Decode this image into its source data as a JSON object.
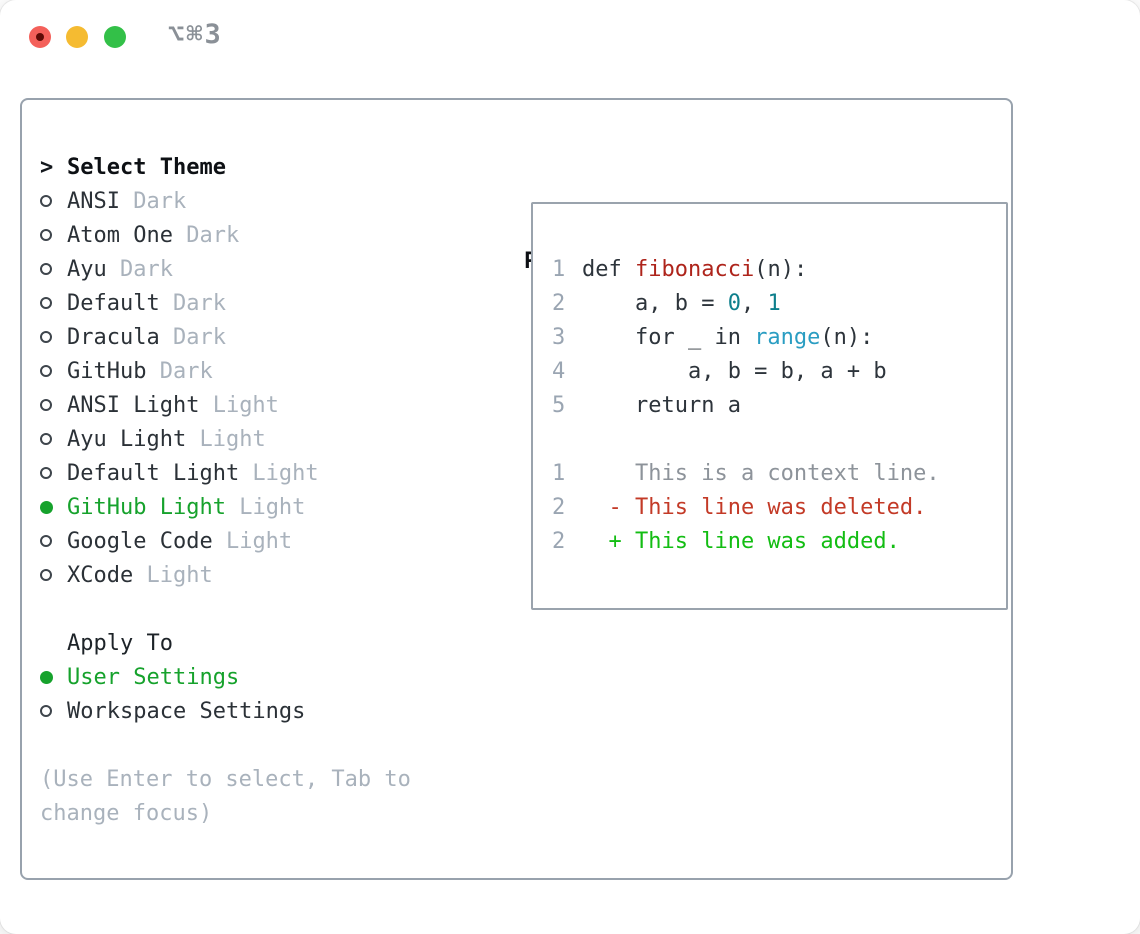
{
  "window": {
    "title": "⌥⌘3",
    "traffic_lights": [
      "close",
      "minimize",
      "zoom"
    ]
  },
  "colors": {
    "selected_green": "#16a22c",
    "added_green": "#13bd13",
    "deleted_red": "#c33a27",
    "function_red": "#ae241b",
    "number_teal": "#0e7f8c",
    "builtin_blue": "#2a9dc2",
    "muted_gray": "#a9b2bc",
    "traffic_red": "#f4605a",
    "traffic_yellow": "#f5bb31",
    "traffic_green": "#33c048"
  },
  "theme_panel": {
    "prompt": ">",
    "header": "Select Theme",
    "items": [
      {
        "name": "ANSI",
        "tag": "Dark",
        "selected": false
      },
      {
        "name": "Atom One",
        "tag": "Dark",
        "selected": false
      },
      {
        "name": "Ayu",
        "tag": "Dark",
        "selected": false
      },
      {
        "name": "Default",
        "tag": "Dark",
        "selected": false
      },
      {
        "name": "Dracula",
        "tag": "Dark",
        "selected": false
      },
      {
        "name": "GitHub",
        "tag": "Dark",
        "selected": false
      },
      {
        "name": "ANSI Light",
        "tag": "Light",
        "selected": false
      },
      {
        "name": "Ayu Light",
        "tag": "Light",
        "selected": false
      },
      {
        "name": "Default Light",
        "tag": "Light",
        "selected": false
      },
      {
        "name": "GitHub Light",
        "tag": "Light",
        "selected": true
      },
      {
        "name": "Google Code",
        "tag": "Light",
        "selected": false
      },
      {
        "name": "XCode",
        "tag": "Light",
        "selected": false
      }
    ],
    "apply_header": "Apply To",
    "apply_items": [
      {
        "name": "User Settings",
        "selected": true
      },
      {
        "name": "Workspace Settings",
        "selected": false
      }
    ],
    "hint_lines": [
      "(Use Enter to select, Tab to",
      "change focus)"
    ]
  },
  "preview": {
    "header": "Preview",
    "code_lines": [
      {
        "num": "1",
        "segments": [
          {
            "t": "def ",
            "c": "base"
          },
          {
            "t": "fibonacci",
            "c": "func"
          },
          {
            "t": "(n):",
            "c": "base"
          }
        ]
      },
      {
        "num": "2",
        "segments": [
          {
            "t": "    a, b = ",
            "c": "base"
          },
          {
            "t": "0",
            "c": "num"
          },
          {
            "t": ", ",
            "c": "base"
          },
          {
            "t": "1",
            "c": "num"
          }
        ]
      },
      {
        "num": "3",
        "segments": [
          {
            "t": "    for _ in ",
            "c": "base"
          },
          {
            "t": "range",
            "c": "builtin"
          },
          {
            "t": "(n):",
            "c": "base"
          }
        ]
      },
      {
        "num": "4",
        "segments": [
          {
            "t": "        a, b = b, a + b",
            "c": "base"
          }
        ]
      },
      {
        "num": "5",
        "segments": [
          {
            "t": "    return a",
            "c": "base"
          }
        ]
      },
      {
        "num": "",
        "segments": []
      },
      {
        "num": "1",
        "segments": [
          {
            "t": "    This is a context line.",
            "c": "context"
          }
        ]
      },
      {
        "num": "2",
        "segments": [
          {
            "t": "  - This line was deleted.",
            "c": "deleted"
          }
        ]
      },
      {
        "num": "2",
        "segments": [
          {
            "t": "  + This line was added.",
            "c": "added"
          }
        ]
      }
    ]
  }
}
